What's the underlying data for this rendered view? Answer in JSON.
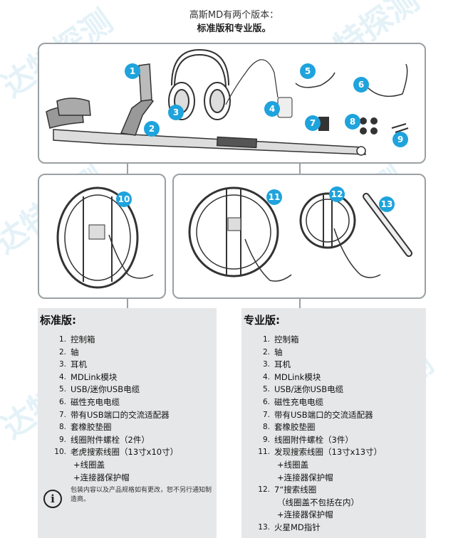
{
  "header": {
    "line1": "高斯MD有两个版本：",
    "line2": "标准版和专业版。"
  },
  "badges": [
    "1",
    "2",
    "3",
    "4",
    "5",
    "6",
    "7",
    "8",
    "9",
    "10",
    "11",
    "12",
    "13"
  ],
  "standard": {
    "title": "标准版:",
    "items": [
      {
        "num": "1.",
        "text": "控制箱"
      },
      {
        "num": "2.",
        "text": "轴"
      },
      {
        "num": "3.",
        "text": "耳机"
      },
      {
        "num": "4.",
        "text": "MDLink模块"
      },
      {
        "num": "5.",
        "text": "USB/迷你USB电缆"
      },
      {
        "num": "6.",
        "text": "磁性充电电缆"
      },
      {
        "num": "7.",
        "text": "带有USB端口的交流适配器"
      },
      {
        "num": "8.",
        "text": "套橡胶垫圈"
      },
      {
        "num": "9.",
        "text": "线圈附件螺栓（2件）"
      },
      {
        "num": "10.",
        "text": "老虎搜索线圈（13寸x10寸）"
      }
    ],
    "subs": [
      "+线圈盖",
      "+连接器保护帽"
    ],
    "note": "包装内容以及产品规格如有更改，恕不另行通知制造商。",
    "note_icon": "info-icon"
  },
  "pro": {
    "title": "专业版:",
    "items": [
      {
        "num": "1.",
        "text": "控制箱"
      },
      {
        "num": "2.",
        "text": "轴"
      },
      {
        "num": "3.",
        "text": "耳机"
      },
      {
        "num": "4.",
        "text": "MDLink模块"
      },
      {
        "num": "5.",
        "text": "USB/迷你USB电缆"
      },
      {
        "num": "6.",
        "text": "磁性充电电缆"
      },
      {
        "num": "7.",
        "text": "带有USB端口的交流适配器"
      },
      {
        "num": "8.",
        "text": "套橡胶垫圈"
      },
      {
        "num": "9.",
        "text": "线圈附件螺栓（3件）"
      },
      {
        "num": "11.",
        "text": "发现搜索线圈（13寸x13寸）"
      }
    ],
    "sub11": [
      "+线圈盖",
      "+连接器保护帽"
    ],
    "item12": {
      "num": "12.",
      "text": "7“搜索线圈"
    },
    "sub12": [
      "（线圈盖不包括在内）",
      "+连接器保护帽"
    ],
    "item13": {
      "num": "13.",
      "text": "火星MD指针"
    }
  },
  "watermark": "达特探测",
  "colors": {
    "badge": "#1fa3dc",
    "border": "#9aa0a4",
    "panel": "#e6e7e8"
  }
}
